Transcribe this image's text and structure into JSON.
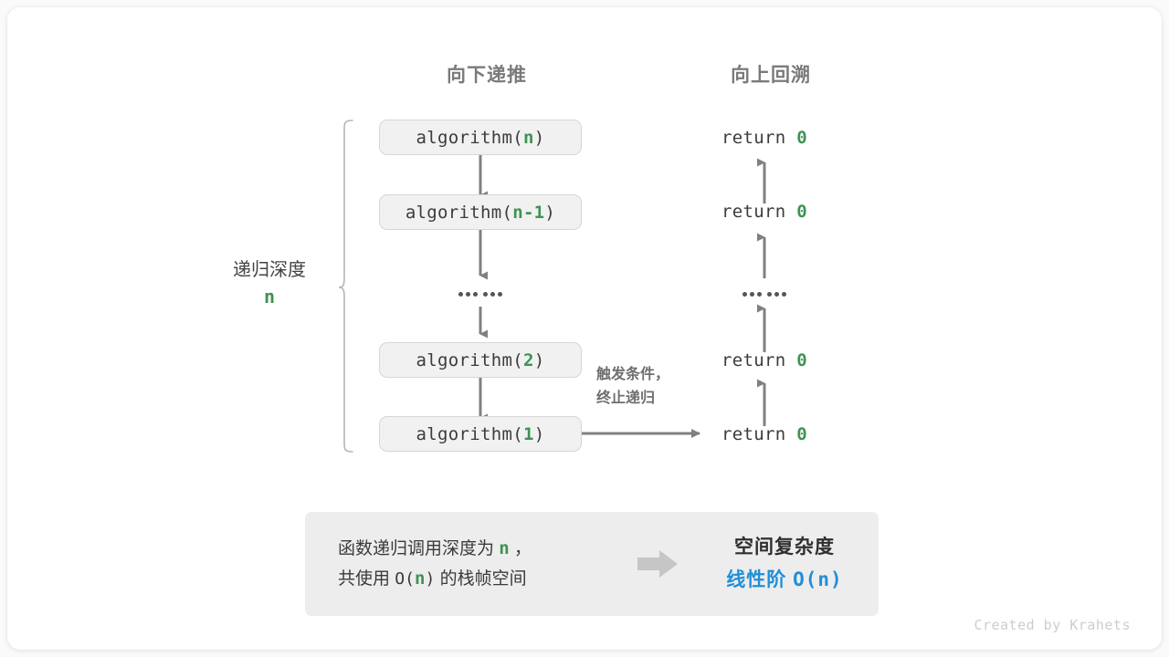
{
  "headers": {
    "down": "向下递推",
    "up": "向上回溯"
  },
  "depth": {
    "label": "递归深度",
    "value": "n"
  },
  "calls": [
    {
      "prefix": "algorithm(",
      "arg": "n",
      "suffix": ")"
    },
    {
      "prefix": "algorithm(",
      "arg": "n-1",
      "suffix": ")"
    },
    {
      "prefix": "algorithm(",
      "arg": "2",
      "suffix": ")"
    },
    {
      "prefix": "algorithm(",
      "arg": "1",
      "suffix": ")"
    }
  ],
  "returns": [
    {
      "keyword": "return",
      "value": "0"
    },
    {
      "keyword": "return",
      "value": "0"
    },
    {
      "keyword": "return",
      "value": "0"
    },
    {
      "keyword": "return",
      "value": "0"
    }
  ],
  "ellipsis_glyph": "••••••",
  "trigger_note": {
    "line1": "触发条件，",
    "line2": "终止递归"
  },
  "summary": {
    "left_line1_a": "函数递归调用深度为",
    "left_line1_n": "n",
    "left_line1_b": "，",
    "left_line2_a": "共使用",
    "left_line2_o": "O(",
    "left_line2_n": "n",
    "left_line2_c": ")",
    "left_line2_b": "的栈帧空间",
    "arrow_icon": "right-block-arrow-icon",
    "title": "空间复杂度",
    "value_cn": "线性阶",
    "value_mono": "O(n)"
  },
  "credit": "Created by Krahets",
  "colors": {
    "accent_green": "#3f9253",
    "accent_blue": "#1f8fd8",
    "arrow_gray": "#808080",
    "box_fill": "#f1f1f1",
    "panel_fill": "#ededed",
    "header_gray": "#7a7a7a"
  }
}
